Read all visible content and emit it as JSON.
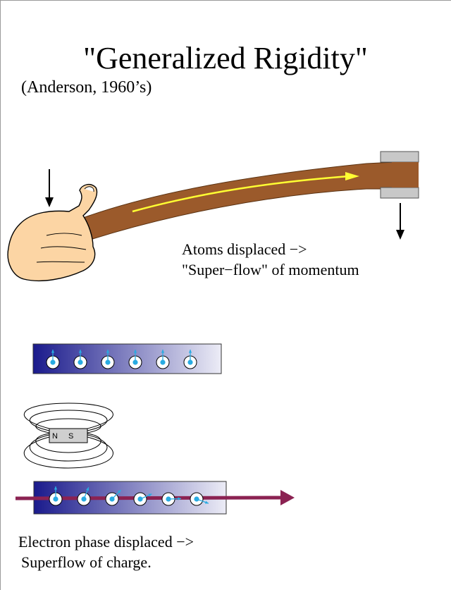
{
  "title": "\"Generalized Rigidity\"",
  "subtitle": "(Anderson, 1960’s)",
  "rod_caption": {
    "line1": "Atoms displaced −>",
    "line2": "\"Super−flow\" of momentum"
  },
  "electron_caption": {
    "line1": "Electron phase displaced −>",
    "line2": "Superflow of  charge."
  },
  "magnet": {
    "north_label": "N",
    "south_label": "S"
  },
  "colors": {
    "rod": "#9b5a2b",
    "skin": "#fcd5a4",
    "flow_arrow": "#ffff33",
    "bar_dark": "#1a1a8c",
    "bar_light": "#ececf6",
    "spin": "#29abe2",
    "current": "#8b2252",
    "clamp": "#c8c8c8"
  },
  "rows": {
    "aligned_count": 6,
    "phase_count": 6
  }
}
